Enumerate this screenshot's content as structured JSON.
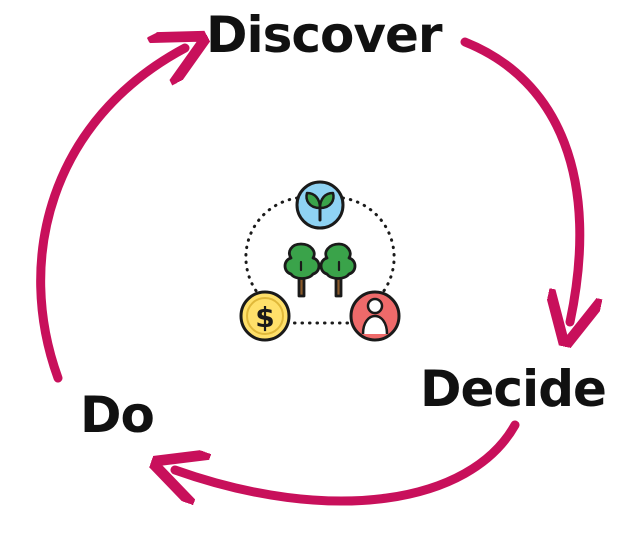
{
  "diagram": {
    "steps": [
      {
        "id": "discover",
        "label": "Discover"
      },
      {
        "id": "decide",
        "label": "Decide"
      },
      {
        "id": "do",
        "label": "Do"
      }
    ],
    "colors": {
      "arrow": "#c8105b",
      "text": "#111111",
      "outline": "#1a1a1a",
      "sprout_circle": "#8fd3f4",
      "sprout_leaf": "#3aa34a",
      "tree": "#3aa34a",
      "trunk": "#8a5a2b",
      "coin": "#ffe06a",
      "person_circle": "#ee6a6a",
      "person": "#ffffff"
    },
    "icons": {
      "center": "sustainability-cycle-icon",
      "top": "sprout-icon",
      "middle": "trees-icon",
      "left": "dollar-coin-icon",
      "right": "person-icon"
    }
  }
}
